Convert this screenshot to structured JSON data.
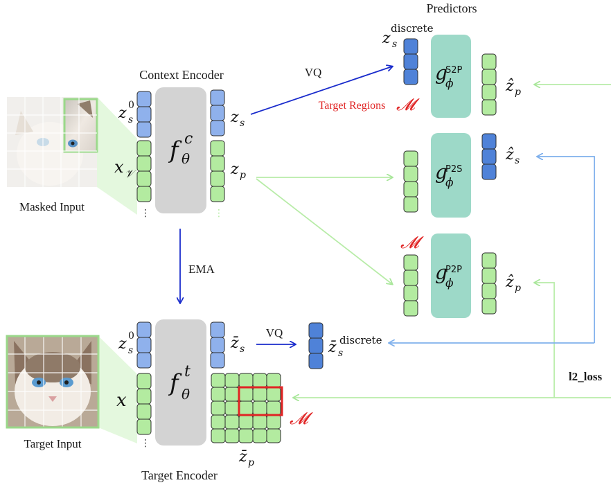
{
  "titles": {
    "predictors": "Predictors",
    "context_encoder": "Context Encoder",
    "target_encoder": "Target Encoder",
    "masked_input": "Masked Input",
    "target_input": "Target Input",
    "target_regions": "Target Regions"
  },
  "symbols": {
    "mask_M": "𝓜",
    "zs0_base": "z",
    "zs0_sub": "s",
    "zs0_sup": "0",
    "xv_base": "x",
    "xv_sub": "𝒱",
    "x": "x",
    "zs_base": "z",
    "zs_sub": "s",
    "zp_base": "z",
    "zp_sub": "p",
    "zs_discrete_sup": "discrete",
    "zbar_s_discrete_sup": "discrete",
    "f_context": "f",
    "f_context_sup": "c",
    "f_context_sub": "θ",
    "f_target": "f",
    "f_target_sup": "t",
    "f_target_sub": "θ̄",
    "g": "g",
    "g_sub": "ϕ",
    "g_s2p": "S2P",
    "g_p2s": "P2S",
    "g_p2p": "P2P",
    "zhat_p": "ẑ",
    "zhat_s": "ẑ",
    "zbar": "z̄",
    "ellipsis": "⋮"
  },
  "edges": {
    "vq_top": "VQ",
    "vq_bottom": "VQ",
    "ema": "EMA",
    "loss": "l2_loss"
  },
  "colors": {
    "blue_token": "#8fb1ec",
    "blue_dark_token": "#4f82d8",
    "green_token": "#b3eba0",
    "token_border": "#2d2d2d",
    "encoder_fill": "#d3d3d3",
    "predictor_fill": "#9dd9c8",
    "dark_blue_arrow": "#1a2ccc",
    "light_blue_arrow": "#7fb0ec",
    "light_green_arrow": "#b8eca8",
    "red": "#e02424"
  }
}
